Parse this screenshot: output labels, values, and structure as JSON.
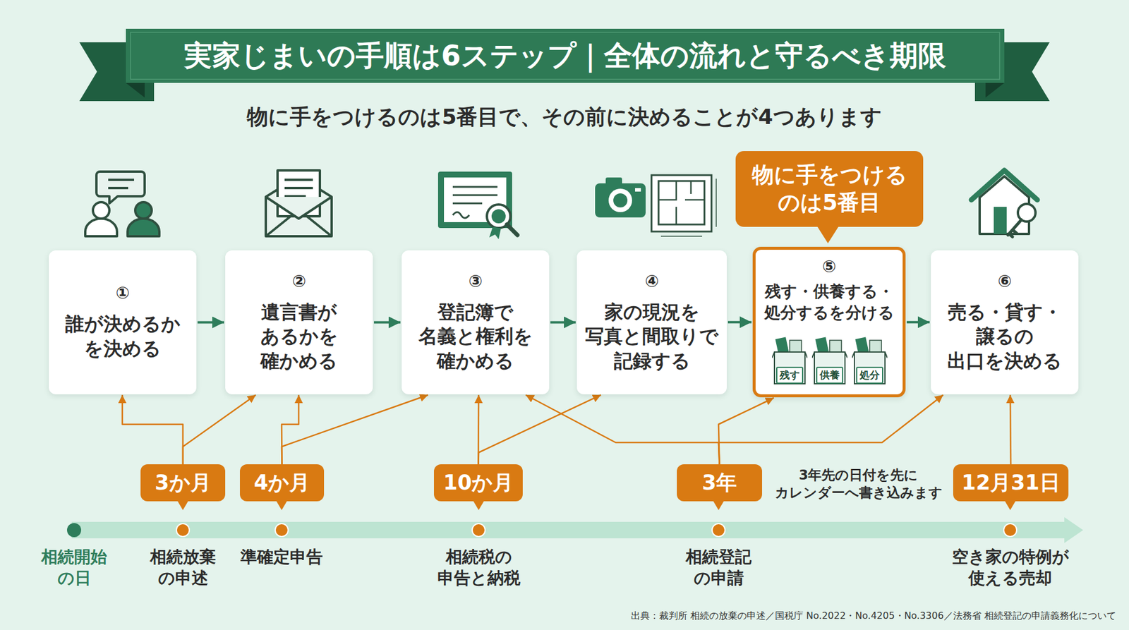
{
  "diagram": {
    "title": "実家じまいの手順は6ステップ｜全体の流れと守るべき期限",
    "caption": "出典：裁判所 相続の放棄の申述／国税庁 No.2022・No.4205・No.3306／法務省 相続登記の申請義務化について",
    "nodes": [
      {
        "text": [
          "①",
          "誰が決めるか を決める"
        ]
      },
      {
        "text": [
          "②",
          "遺言書が あるかを 確かめる"
        ]
      },
      {
        "text": [
          "③",
          "登記簿で 名義と権利を 確かめる"
        ]
      },
      {
        "text": [
          "④",
          "家の現況を 写真と間取りで 記録する"
        ]
      },
      {
        "text": [
          "物に手をつける のは5番目"
        ]
      },
      {
        "text": [
          "⑤",
          "残す・供養する・ 処分するを分ける"
        ]
      },
      {
        "text": [
          "残す"
        ],
        "in": 5
      },
      {
        "text": [
          "供養"
        ],
        "in": 5
      },
      {
        "text": [
          "処分"
        ],
        "in": 5
      },
      {
        "text": [
          "⑥",
          "売る・貸す・ 譲るの 出口を決める"
        ]
      },
      {
        "text": [
          "3か月"
        ]
      },
      {
        "text": [
          "4か月"
        ]
      },
      {
        "text": [
          "10か月"
        ]
      },
      {
        "text": [
          "3年"
        ]
      },
      {
        "text": [
          "12月31日"
        ]
      }
    ],
    "edges": [
      {
        "from": 0,
        "to": 1,
        "arrow": "to"
      },
      {
        "from": 1,
        "to": 2,
        "arrow": "to"
      },
      {
        "from": 2,
        "to": 3,
        "arrow": "to"
      },
      {
        "from": 3,
        "to": 5,
        "arrow": "to"
      },
      {
        "from": 5,
        "to": 9,
        "arrow": "to"
      },
      {
        "from": 10,
        "to": 0,
        "arrow": "to"
      },
      {
        "from": 10,
        "to": 1,
        "arrow": "to"
      },
      {
        "from": 11,
        "to": 1,
        "arrow": "to"
      },
      {
        "from": 11,
        "to": 2,
        "arrow": "to"
      },
      {
        "from": 12,
        "to": 2,
        "arrow": "to"
      },
      {
        "from": 12,
        "to": 3,
        "arrow": "to"
      },
      {
        "from": 13,
        "to": 2,
        "arrow": "to"
      },
      {
        "from": 13,
        "to": 5,
        "arrow": "to"
      },
      {
        "from": 13,
        "to": 9,
        "arrow": "to"
      },
      {
        "from": 14,
        "to": 9,
        "arrow": "to"
      }
    ],
    "labels": [
      "物に手をつけるのは5番目で、その前に決めることが4つあります",
      "相続開始 の日",
      "相続放棄 の申述",
      "準確定申告",
      "相続税の 申告と納税",
      "相続登記 の申請",
      "空き家の特例が 使える売却",
      "3年先の日付を先に カレンダーへ書き込みます"
    ]
  }
}
